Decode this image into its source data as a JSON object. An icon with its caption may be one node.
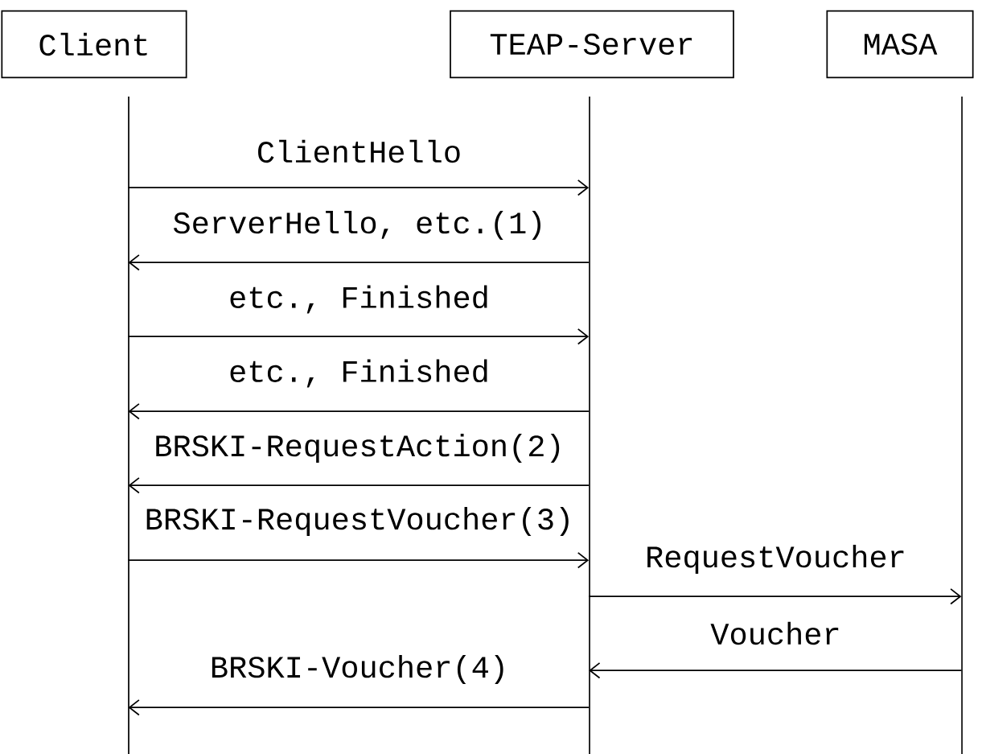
{
  "diagram": {
    "nodes": [
      {
        "text": [
          "Client"
        ]
      },
      {
        "text": [
          "TEAP-Server"
        ]
      },
      {
        "text": [
          "MASA"
        ]
      }
    ],
    "edges": [
      {
        "from": 0,
        "to": 1,
        "arrow": "to",
        "label": "ClientHello"
      },
      {
        "from": 1,
        "to": 0,
        "arrow": "to",
        "label": "ServerHello, etc.(1)"
      },
      {
        "from": 0,
        "to": 1,
        "arrow": "to",
        "label": "etc., Finished"
      },
      {
        "from": 1,
        "to": 0,
        "arrow": "to",
        "label": "etc., Finished"
      },
      {
        "from": 1,
        "to": 0,
        "arrow": "to",
        "label": "BRSKI-RequestAction(2)"
      },
      {
        "from": 0,
        "to": 1,
        "arrow": "to",
        "label": "BRSKI-RequestVoucher(3)"
      },
      {
        "from": 1,
        "to": 2,
        "arrow": "to",
        "label": "RequestVoucher"
      },
      {
        "from": 2,
        "to": 1,
        "arrow": "to",
        "label": "Voucher"
      },
      {
        "from": 1,
        "to": 0,
        "arrow": "to",
        "label": "BRSKI-Voucher(4)"
      }
    ]
  }
}
